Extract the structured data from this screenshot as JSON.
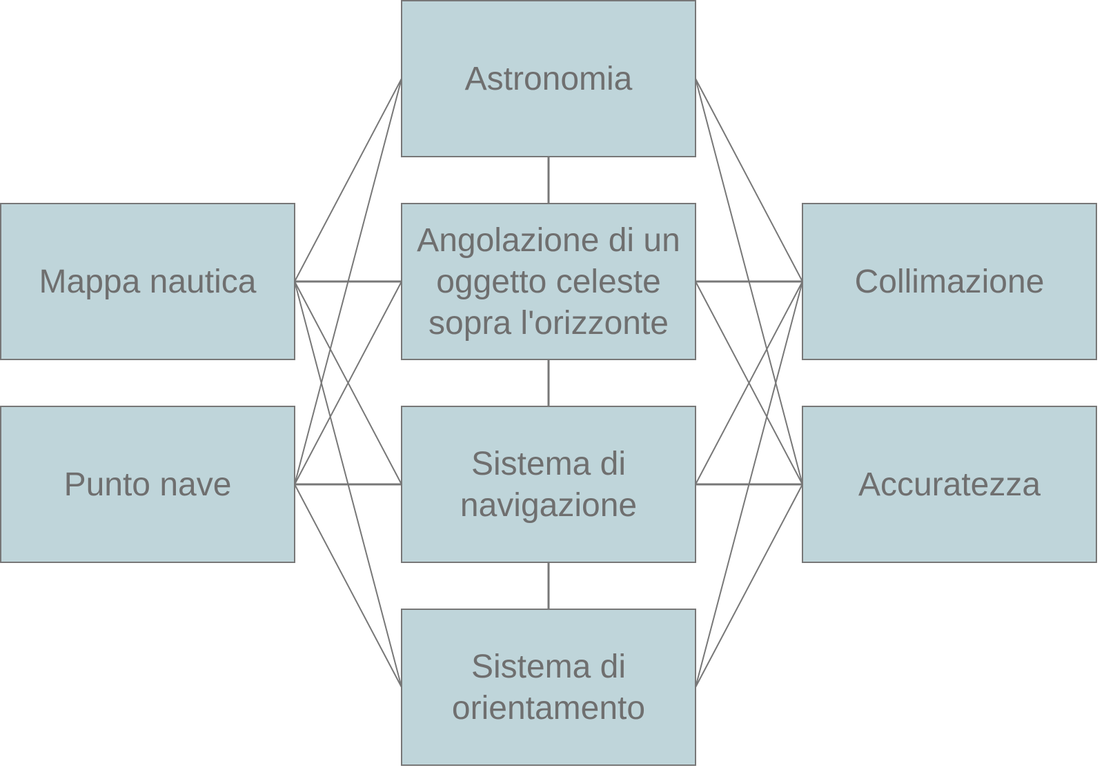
{
  "diagram": {
    "nodes": [
      {
        "id": "astronomia",
        "lines": [
          "Astronomia"
        ]
      },
      {
        "id": "angolazione",
        "lines": [
          "Angolazione di un",
          "oggetto celeste",
          "sopra l'orizzonte"
        ]
      },
      {
        "id": "sistema-navigazione",
        "lines": [
          "Sistema di",
          "navigazione"
        ]
      },
      {
        "id": "sistema-orientamento",
        "lines": [
          "Sistema di",
          "orientamento"
        ]
      },
      {
        "id": "mappa-nautica",
        "lines": [
          "Mappa nautica"
        ]
      },
      {
        "id": "punto-nave",
        "lines": [
          "Punto nave"
        ]
      },
      {
        "id": "collimazione",
        "lines": [
          "Collimazione"
        ]
      },
      {
        "id": "accuratezza",
        "lines": [
          "Accuratezza"
        ]
      }
    ],
    "edges": [
      [
        "astronomia",
        "angolazione"
      ],
      [
        "angolazione",
        "sistema-navigazione"
      ],
      [
        "sistema-navigazione",
        "sistema-orientamento"
      ],
      [
        "mappa-nautica",
        "astronomia"
      ],
      [
        "mappa-nautica",
        "angolazione"
      ],
      [
        "mappa-nautica",
        "sistema-navigazione"
      ],
      [
        "mappa-nautica",
        "sistema-orientamento"
      ],
      [
        "punto-nave",
        "astronomia"
      ],
      [
        "punto-nave",
        "angolazione"
      ],
      [
        "punto-nave",
        "sistema-navigazione"
      ],
      [
        "punto-nave",
        "sistema-orientamento"
      ],
      [
        "collimazione",
        "astronomia"
      ],
      [
        "collimazione",
        "angolazione"
      ],
      [
        "collimazione",
        "sistema-navigazione"
      ],
      [
        "collimazione",
        "sistema-orientamento"
      ],
      [
        "accuratezza",
        "astronomia"
      ],
      [
        "accuratezza",
        "angolazione"
      ],
      [
        "accuratezza",
        "sistema-navigazione"
      ],
      [
        "accuratezza",
        "sistema-orientamento"
      ]
    ]
  }
}
